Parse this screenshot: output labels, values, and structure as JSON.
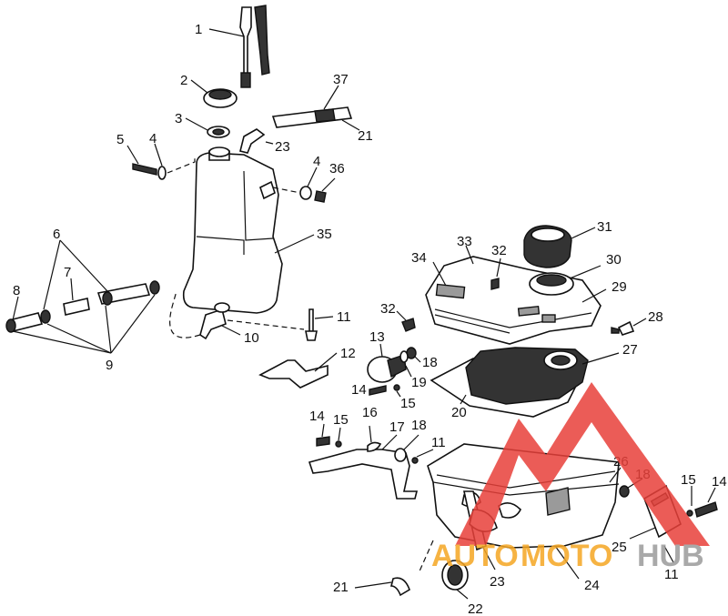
{
  "callouts": [
    {
      "id": "c1",
      "text": "1"
    },
    {
      "id": "c2",
      "text": "2"
    },
    {
      "id": "c3",
      "text": "3"
    },
    {
      "id": "c4a",
      "text": "4"
    },
    {
      "id": "c4b",
      "text": "4"
    },
    {
      "id": "c5",
      "text": "5"
    },
    {
      "id": "c6",
      "text": "6"
    },
    {
      "id": "c7",
      "text": "7"
    },
    {
      "id": "c8",
      "text": "8"
    },
    {
      "id": "c9",
      "text": "9"
    },
    {
      "id": "c10",
      "text": "10"
    },
    {
      "id": "c11a",
      "text": "11"
    },
    {
      "id": "c11b",
      "text": "11"
    },
    {
      "id": "c11c",
      "text": "11"
    },
    {
      "id": "c12",
      "text": "12"
    },
    {
      "id": "c13",
      "text": "13"
    },
    {
      "id": "c14a",
      "text": "14"
    },
    {
      "id": "c14b",
      "text": "14"
    },
    {
      "id": "c14c",
      "text": "14"
    },
    {
      "id": "c15a",
      "text": "15"
    },
    {
      "id": "c15b",
      "text": "15"
    },
    {
      "id": "c15c",
      "text": "15"
    },
    {
      "id": "c16",
      "text": "16"
    },
    {
      "id": "c17",
      "text": "17"
    },
    {
      "id": "c18a",
      "text": "18"
    },
    {
      "id": "c18b",
      "text": "18"
    },
    {
      "id": "c18c",
      "text": "18"
    },
    {
      "id": "c19",
      "text": "19"
    },
    {
      "id": "c20",
      "text": "20"
    },
    {
      "id": "c21a",
      "text": "21"
    },
    {
      "id": "c21b",
      "text": "21"
    },
    {
      "id": "c22",
      "text": "22"
    },
    {
      "id": "c23a",
      "text": "23"
    },
    {
      "id": "c23b",
      "text": "23"
    },
    {
      "id": "c24",
      "text": "24"
    },
    {
      "id": "c25",
      "text": "25"
    },
    {
      "id": "c26",
      "text": "26"
    },
    {
      "id": "c27",
      "text": "27"
    },
    {
      "id": "c28",
      "text": "28"
    },
    {
      "id": "c29",
      "text": "29"
    },
    {
      "id": "c30",
      "text": "30"
    },
    {
      "id": "c31",
      "text": "31"
    },
    {
      "id": "c32a",
      "text": "32"
    },
    {
      "id": "c32b",
      "text": "32"
    },
    {
      "id": "c33",
      "text": "33"
    },
    {
      "id": "c34",
      "text": "34"
    },
    {
      "id": "c35",
      "text": "35"
    },
    {
      "id": "c36",
      "text": "36"
    },
    {
      "id": "c37",
      "text": "37"
    }
  ],
  "watermark": {
    "part1": "AUTO",
    "part2": "MOTO",
    "part3": "HUB",
    "color_red": "#e8403a",
    "color_orange": "#f5a623",
    "color_grey": "#9b9b9b"
  }
}
